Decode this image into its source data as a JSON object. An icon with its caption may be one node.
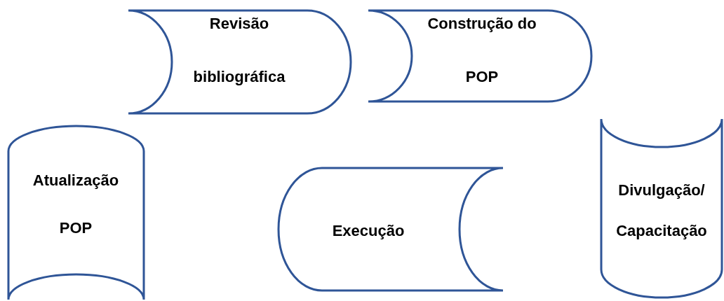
{
  "diagram": {
    "nodes": [
      {
        "text": [
          "Revisão bibliográfica"
        ]
      },
      {
        "text": [
          "Construção do POP"
        ]
      },
      {
        "text": [
          "Atualização POP"
        ]
      },
      {
        "text": [
          "Execução"
        ]
      },
      {
        "text": [
          "Divulgação/ Capacitação"
        ]
      }
    ]
  }
}
